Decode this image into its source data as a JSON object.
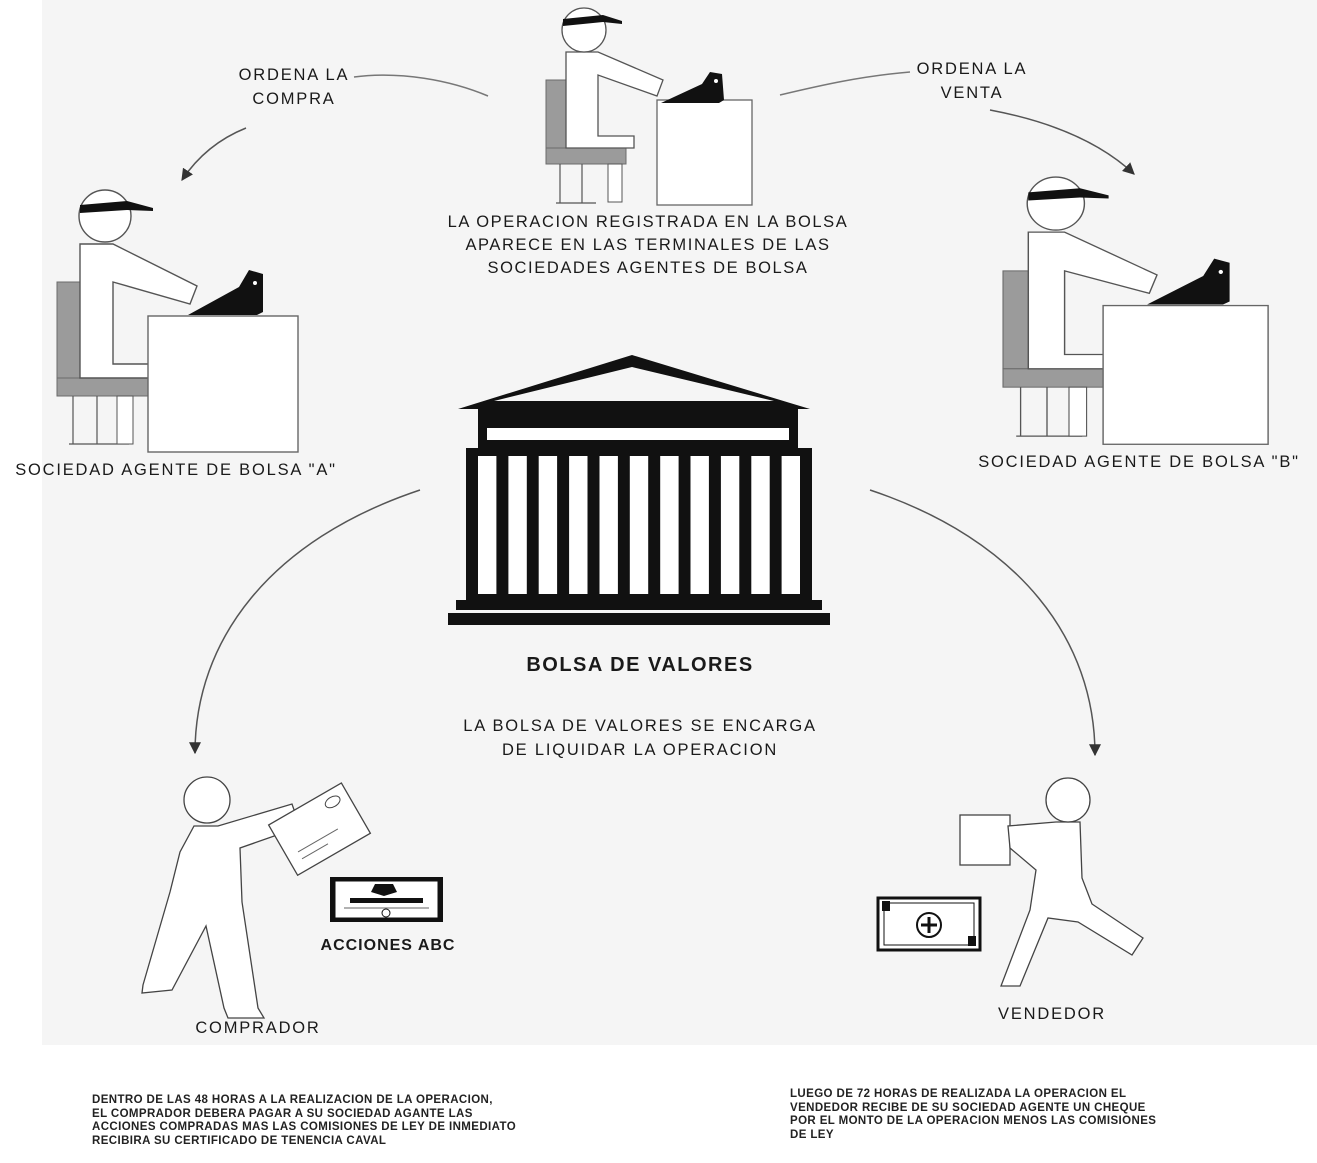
{
  "diagram": {
    "order_buy": [
      "ORDENA LA",
      "COMPRA"
    ],
    "order_sell": [
      "ORDENA LA",
      "VENTA"
    ],
    "terminal_caption": [
      "LA OPERACION REGISTRADA EN LA BOLSA",
      "APARECE EN LAS TERMINALES DE LAS",
      "SOCIEDADES AGENTES DE BOLSA"
    ],
    "agent_a": "SOCIEDAD AGENTE DE BOLSA \"A\"",
    "agent_b": "SOCIEDAD AGENTE DE BOLSA \"B\"",
    "exchange_title": "BOLSA DE VALORES",
    "exchange_caption": [
      "LA BOLSA DE VALORES SE ENCARGA",
      "DE LIQUIDAR LA OPERACION"
    ],
    "certificate_label": "ACCIONES ABC",
    "buyer": "COMPRADOR",
    "seller": "VENDEDOR"
  },
  "notes": {
    "buyer": [
      "DENTRO DE LAS 48 HORAS A LA REALIZACION DE LA OPERACION,",
      "EL COMPRADOR DEBERA PAGAR A SU SOCIEDAD AGANTE LAS",
      "ACCIONES COMPRADAS MAS LAS COMISIONES DE LEY  DE INMEDIATO",
      "RECIBIRA SU CERTIFICADO DE TENENCIA CAVAL"
    ],
    "seller": [
      "LUEGO DE 72 HORAS DE REALIZADA LA OPERACION EL",
      "VENDEDOR RECIBE DE SU SOCIEDAD AGENTE UN CHEQUE",
      "POR EL MONTO DE LA OPERACION MENOS LAS COMISIONES",
      "DE LEY"
    ]
  },
  "icons": {
    "agents": "agent-at-terminal-icon",
    "exchange": "stock-exchange-building-icon",
    "certificate": "share-certificate-icon",
    "envelope": "envelope-icon",
    "payment": "banknote-icon",
    "people": "walking-person-icon"
  },
  "colors": {
    "ink": "#111111",
    "chair": "#9b9b9b",
    "panel": "#f5f5f5",
    "connector": "#666666"
  }
}
